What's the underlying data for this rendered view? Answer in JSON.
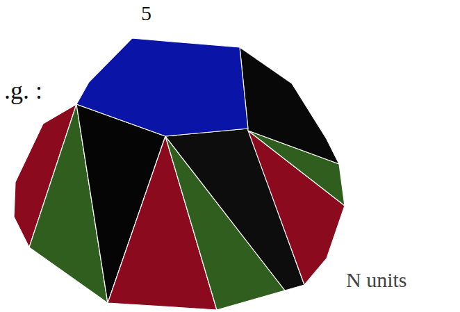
{
  "diagram": {
    "labels": [
      "5",
      ".g. :",
      "N units"
    ]
  }
}
